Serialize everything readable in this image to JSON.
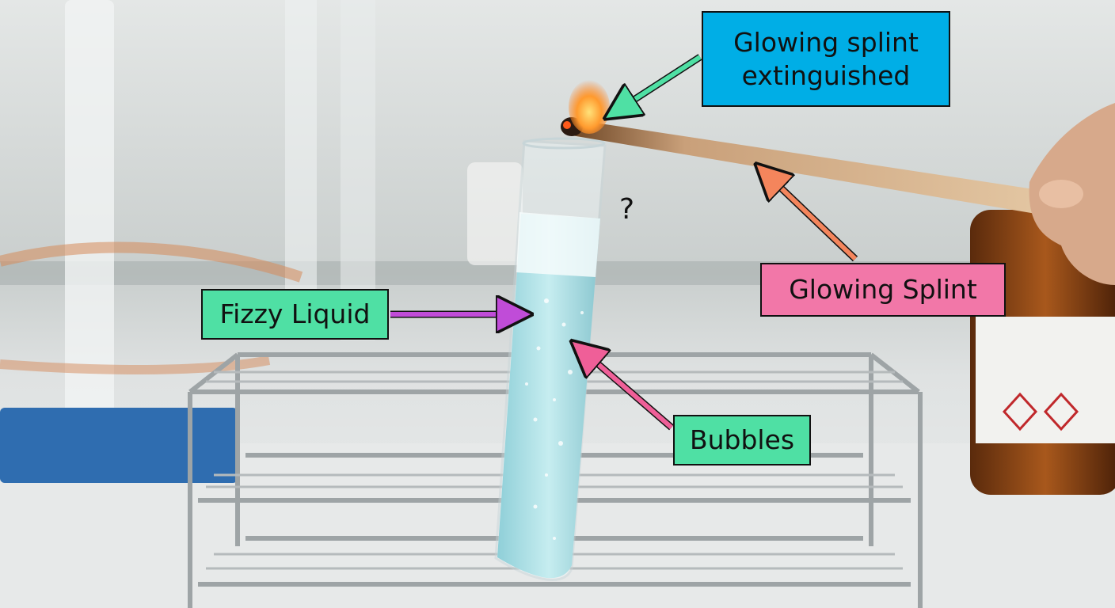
{
  "labels": {
    "extinguished": "Glowing splint extinguished",
    "glowing_splint": "Glowing Splint",
    "fizzy_liquid": "Fizzy Liquid",
    "bubbles": "Bubbles",
    "question_mark": "?"
  },
  "colors": {
    "label_blue": "#00aee6",
    "label_pink": "#f277a8",
    "label_green": "#4fe0a4",
    "arrow_green": "#4fe0a4",
    "arrow_orange": "#f4855c",
    "arrow_purple": "#c04cd8",
    "arrow_pink": "#ef5f98",
    "liquid": "#a8dde3"
  }
}
